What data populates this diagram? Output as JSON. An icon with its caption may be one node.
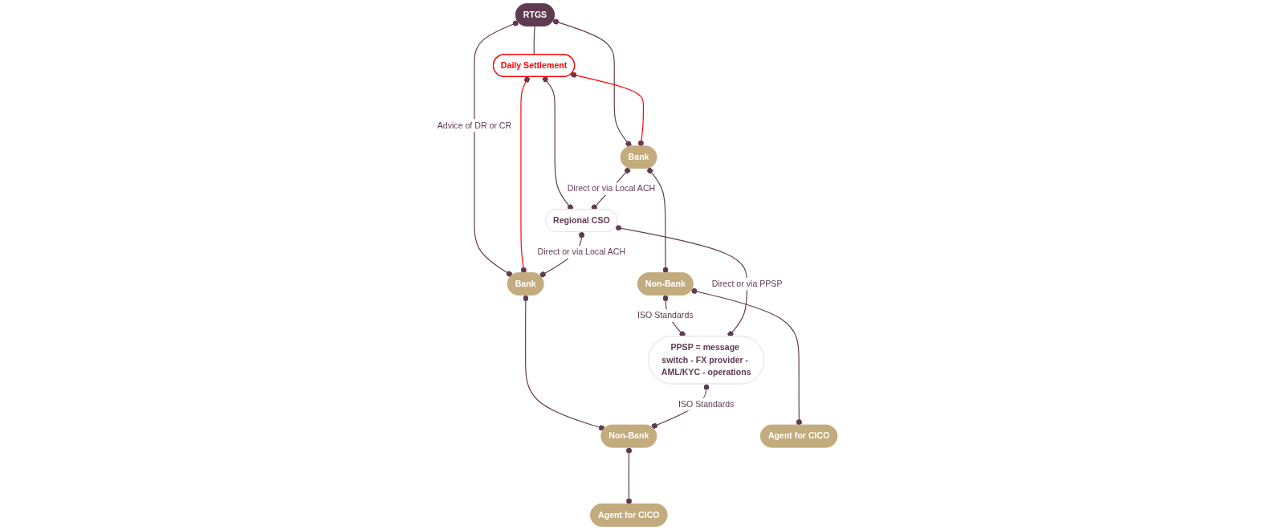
{
  "diagram": {
    "nodes": [
      {
        "text": [
          "RTGS"
        ]
      },
      {
        "text": [
          "Daily Settlement"
        ]
      },
      {
        "text": [
          "Bank"
        ]
      },
      {
        "text": [
          "Regional CSO"
        ]
      },
      {
        "text": [
          "Bank"
        ]
      },
      {
        "text": [
          "Non-Bank"
        ]
      },
      {
        "text": [
          "Non-Bank"
        ]
      },
      {
        "text": [
          "Agent for CICO"
        ]
      },
      {
        "text": [
          "PPSP = message switch - FX provider - AML/KYC - operations"
        ]
      },
      {
        "text": [
          "Agent for CICO"
        ]
      }
    ],
    "edges": [
      {
        "from": 0,
        "to": 2,
        "arrow": "other"
      },
      {
        "from": 0,
        "to": 1,
        "arrow": "none"
      },
      {
        "from": 0,
        "to": 4,
        "arrow": "other",
        "label": "Advice of DR or CR"
      },
      {
        "from": 1,
        "to": 2,
        "arrow": "other",
        "color": "#ff0000"
      },
      {
        "from": 1,
        "to": 3,
        "arrow": "other"
      },
      {
        "from": 1,
        "to": 4,
        "arrow": "other",
        "color": "#ff0000"
      },
      {
        "from": 2,
        "to": 3,
        "arrow": "other",
        "label": "Direct or via Local ACH"
      },
      {
        "from": 3,
        "to": 4,
        "arrow": "other",
        "label": "Direct or via Local ACH"
      },
      {
        "from": 2,
        "to": 5,
        "arrow": "other"
      },
      {
        "from": 4,
        "to": 6,
        "arrow": "other"
      },
      {
        "from": 5,
        "to": 7,
        "arrow": "other"
      },
      {
        "from": 6,
        "to": 9,
        "arrow": "other"
      },
      {
        "from": 5,
        "to": 8,
        "arrow": "other",
        "label": "ISO Standards"
      },
      {
        "from": 3,
        "to": 8,
        "arrow": "other",
        "label": "Direct or via PPSP"
      },
      {
        "from": 8,
        "to": 6,
        "arrow": "other",
        "label": "ISO Standards"
      }
    ]
  }
}
